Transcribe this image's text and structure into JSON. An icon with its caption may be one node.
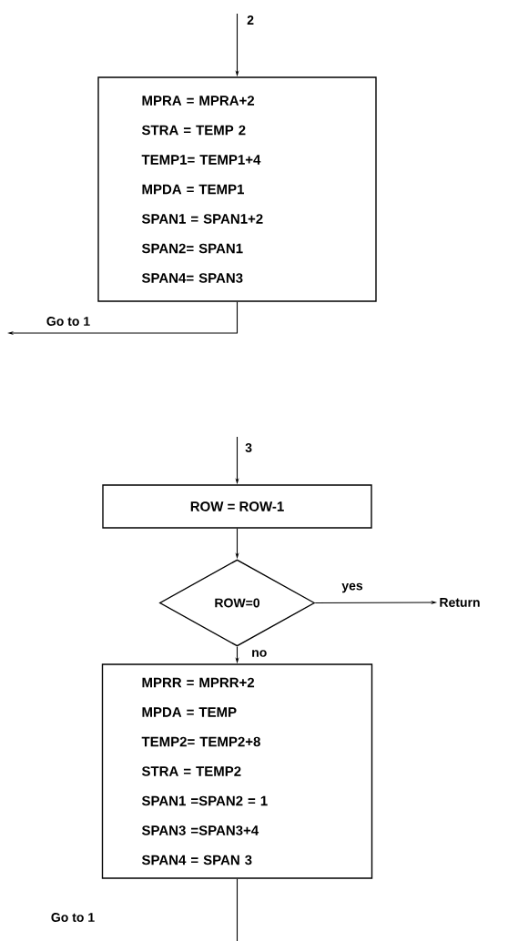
{
  "diagram": {
    "nodes": [
      {
        "text": [
          "MPRA = MPRA+2",
          "STRA = TEMP 2",
          "TEMP1= TEMP1+4",
          "MPDA = TEMP1",
          "SPAN1 = SPAN1+2",
          "SPAN2= SPAN1",
          "SPAN4= SPAN3"
        ]
      },
      {
        "text": [
          "ROW = ROW-1"
        ]
      },
      {
        "text": [
          "ROW=0"
        ]
      },
      {
        "text": [
          "Return"
        ]
      },
      {
        "text": [
          "MPRR = MPRR+2",
          "MPDA = TEMP",
          "TEMP2= TEMP2+8",
          "STRA = TEMP2",
          "SPAN1 =SPAN2 = 1",
          "SPAN3 =SPAN3+4",
          "SPAN4 = SPAN 3"
        ]
      }
    ],
    "edges": [
      {
        "from": null,
        "to": 0,
        "arrow": "to",
        "label": "2"
      },
      {
        "from": 0,
        "to": null,
        "arrow": "to",
        "label": "Go to 1"
      },
      {
        "from": null,
        "to": 1,
        "arrow": "to",
        "label": "3"
      },
      {
        "from": 1,
        "to": 2,
        "arrow": "to"
      },
      {
        "from": 2,
        "to": 3,
        "arrow": "to",
        "label": "yes"
      },
      {
        "from": 2,
        "to": 4,
        "arrow": "to",
        "label": "no"
      },
      {
        "from": 4,
        "to": null,
        "arrow": "none"
      }
    ],
    "labels": [
      "Go to 1"
    ]
  }
}
